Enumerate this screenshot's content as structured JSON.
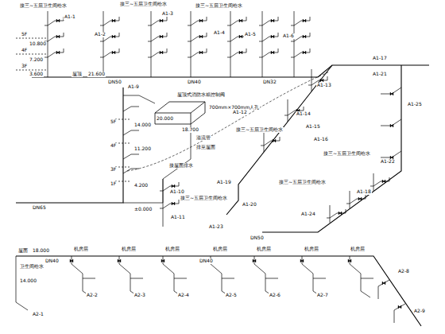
{
  "diagram": {
    "labels": [
      "接三~五层卫生间给水",
      "接三~五层卫生间给水",
      "接三~五层卫生间给水",
      "A1-1",
      "A1-2",
      "A1-3",
      "A1-4",
      "A1-5",
      "A1-6",
      "5F",
      "10.800",
      "4F",
      "7.200",
      "3F",
      "3.600",
      "DN50",
      "DN40",
      "DN32",
      "A1-17",
      "A1-21",
      "屋顶",
      "21.600",
      "A1-9",
      "屋顶式消防水箱控制阀",
      "20.000",
      "700mm×700mm人孔",
      "18.700",
      "5F",
      "14.000",
      "4F",
      "11.200",
      "溢流管",
      "排至屋面",
      "3F",
      "接屋面排水",
      "1F",
      "4.200",
      "±0.000",
      "DN65",
      "A1-10",
      "接三~五层卫生间给水",
      "A1-11",
      "A1-12",
      "A1-13",
      "接三~五层卫生间给水",
      "A1-14",
      "A1-15",
      "A1-16",
      "接三~五层卫生间给水",
      "A1-18",
      "接三~五层卫生间给水",
      "A1-19",
      "A1-20",
      "A1-22",
      "A1-23",
      "A1-24",
      "A1-25",
      "DN50",
      "屋面",
      "18.000",
      "卫生间给水",
      "14.000",
      "A2-1",
      "机房层",
      "机房层",
      "机房层",
      "机房层",
      "机房层",
      "机房层",
      "机房层",
      "A2-2",
      "A2-3",
      "A2-4",
      "A2-5",
      "A2-6",
      "A2-7",
      "A2-8",
      "DN40",
      "DN40",
      "A2-9"
    ]
  }
}
